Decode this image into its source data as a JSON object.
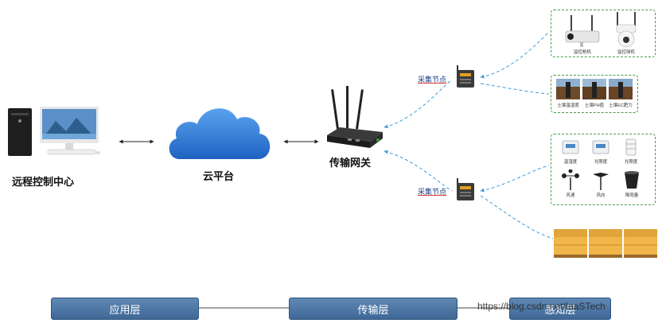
{
  "nodes": {
    "control_center": "远程控制中心",
    "cloud": "云平台",
    "gateway": "传输网关",
    "collect_node_1": "采集节点",
    "collect_node_2": "采集节点"
  },
  "cameras": [
    "监控枪机",
    "监控球机"
  ],
  "soil_sensors": [
    "土壤温湿度",
    "土壤PH值",
    "土壤EC肥力"
  ],
  "weather_sensors": [
    "温湿度",
    "光照度",
    "光照度",
    "风速",
    "风向",
    "降雨量"
  ],
  "layers": [
    "应用层",
    "传输层",
    "感知层"
  ],
  "watermark": "https://blog.csdn.net/IaaSTech",
  "colors": {
    "layer_fill": "#4f78a6",
    "link": "#3f9bd6",
    "group_border": "#4a9a4a",
    "cloud": "#2f7bd8"
  }
}
